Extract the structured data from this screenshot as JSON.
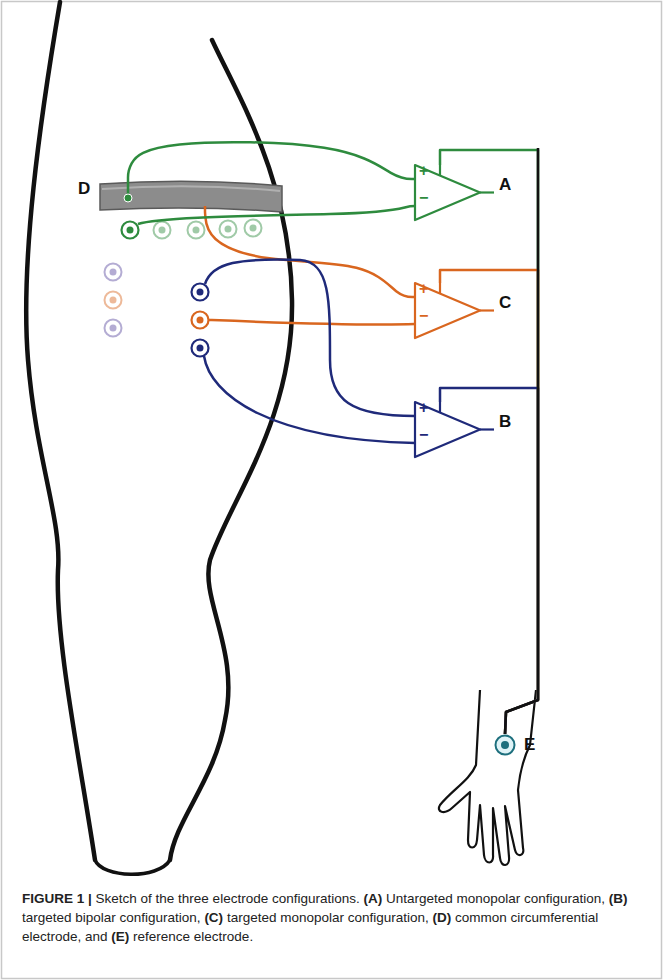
{
  "diagram": {
    "caption": "FIGURE 1 | Sketch of the three electrode configurations. (A) Untargeted monopolar configuration, (B) targeted bipolar configuration, (C) targeted monopolar configuration, (D) common circumferential electrode, and (E) reference electrode.",
    "nodes": [
      {
        "text": [
          "D"
        ]
      },
      {
        "text": [
          "+",
          "−",
          "A"
        ]
      },
      {
        "text": [
          "+",
          "−",
          "C"
        ]
      },
      {
        "text": [
          "+",
          "−",
          "B"
        ]
      },
      {
        "text": [
          "E"
        ]
      }
    ],
    "edges": [
      {
        "from": 0,
        "to": 1,
        "arrow": "none"
      },
      {
        "from": 0,
        "to": 2,
        "arrow": "none"
      },
      {
        "from": 1,
        "to": 4,
        "arrow": "none"
      },
      {
        "from": 2,
        "to": 4,
        "arrow": "none"
      },
      {
        "from": 3,
        "to": 4,
        "arrow": "none"
      }
    ]
  }
}
